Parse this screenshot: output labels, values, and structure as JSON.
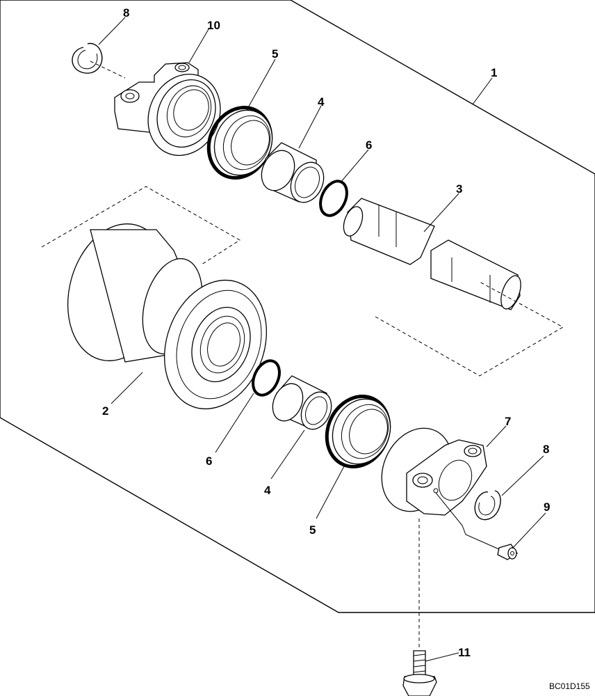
{
  "diagram": {
    "callouts": [
      {
        "id": "c1",
        "label": "1"
      },
      {
        "id": "c2",
        "label": "2"
      },
      {
        "id": "c3",
        "label": "3"
      },
      {
        "id": "c4a",
        "label": "4"
      },
      {
        "id": "c4b",
        "label": "4"
      },
      {
        "id": "c5a",
        "label": "5"
      },
      {
        "id": "c5b",
        "label": "5"
      },
      {
        "id": "c6a",
        "label": "6"
      },
      {
        "id": "c6b",
        "label": "6"
      },
      {
        "id": "c7",
        "label": "7"
      },
      {
        "id": "c8a",
        "label": "8"
      },
      {
        "id": "c8b",
        "label": "8"
      },
      {
        "id": "c9",
        "label": "9"
      },
      {
        "id": "c10",
        "label": "10"
      },
      {
        "id": "c11",
        "label": "11"
      }
    ],
    "drawing_code": "BC01D155"
  }
}
